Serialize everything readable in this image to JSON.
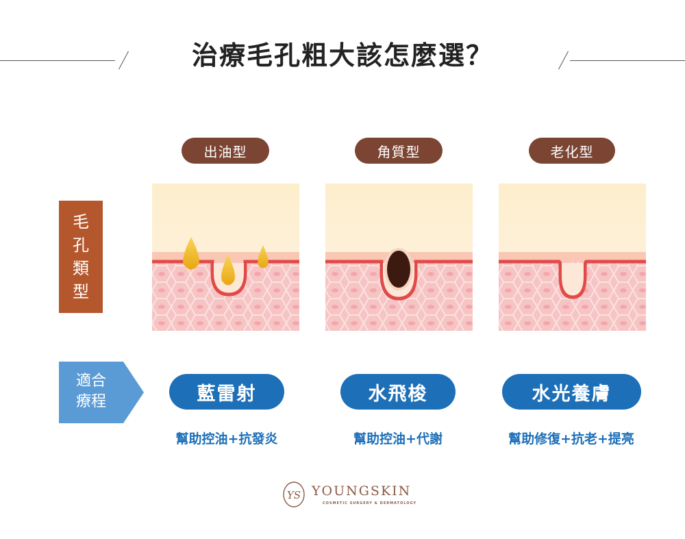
{
  "title": "治療毛孔粗大該怎麼選？",
  "row_labels": {
    "pore_type": [
      "毛",
      "孔",
      "類",
      "型"
    ],
    "treatment": [
      "適合",
      "療程"
    ]
  },
  "columns": [
    {
      "type": "出油型",
      "treatment": "藍雷射",
      "benefit": "幫助控油+抗發炎"
    },
    {
      "type": "角質型",
      "treatment": "水飛梭",
      "benefit": "幫助控油+代謝"
    },
    {
      "type": "老化型",
      "treatment": "水光養膚",
      "benefit": "幫助修復+抗老+提亮"
    }
  ],
  "brand": {
    "name": "YOUNGSKIN",
    "tagline": "COSMETIC SURGERY & DERMATOLOGY",
    "monogram": "YS"
  },
  "colors": {
    "category_pill": "#7b4433",
    "pore_label": "#b5572c",
    "treatment_arrow": "#5b9bd5",
    "treatment_pill": "#1d6fb8",
    "benefit_text": "#1d6fb8",
    "oil": "#f2b51d",
    "keratin": "#3d1a10",
    "skin_line": "#e04a48",
    "brand": "#8a5a45"
  }
}
